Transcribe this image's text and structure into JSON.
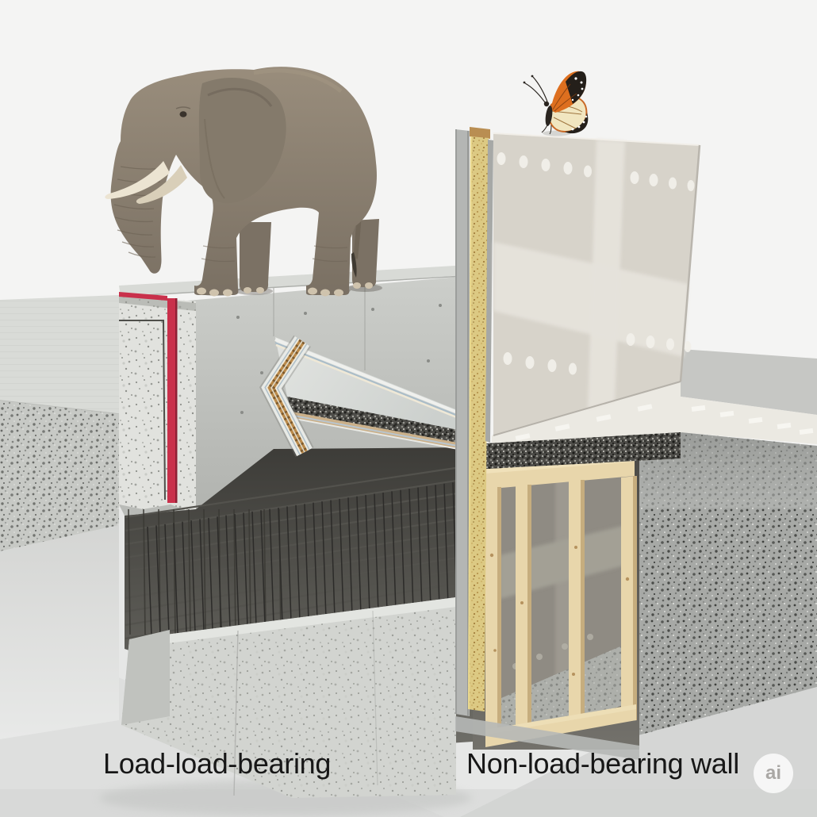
{
  "scene": {
    "label_left": "Load-load-bearing",
    "label_right": "Non-load-bearing wall"
  },
  "watermark": {
    "text": "ai"
  },
  "colors": {
    "background": "#f4f4f3",
    "label": "#171717",
    "red_membrane": "#c9304b",
    "concrete_face": "#c7c9c5",
    "concrete_cut": "#e1e2de",
    "ground": "#a7a9a6",
    "gravel": "#4e4d49",
    "rebar": "#2c2b29",
    "wood": "#e8d6ab",
    "osb": "#dcc983",
    "drywall": "#d7d3ca",
    "drywall_joint": "#e6e3db",
    "elephant": "#8b8070",
    "tusk": "#ece4d2",
    "butterfly_orange": "#dd6f1f",
    "butterfly_black": "#241f1a",
    "butterfly_cream": "#f1e6c0",
    "badge_text": "#aaa8a5"
  }
}
